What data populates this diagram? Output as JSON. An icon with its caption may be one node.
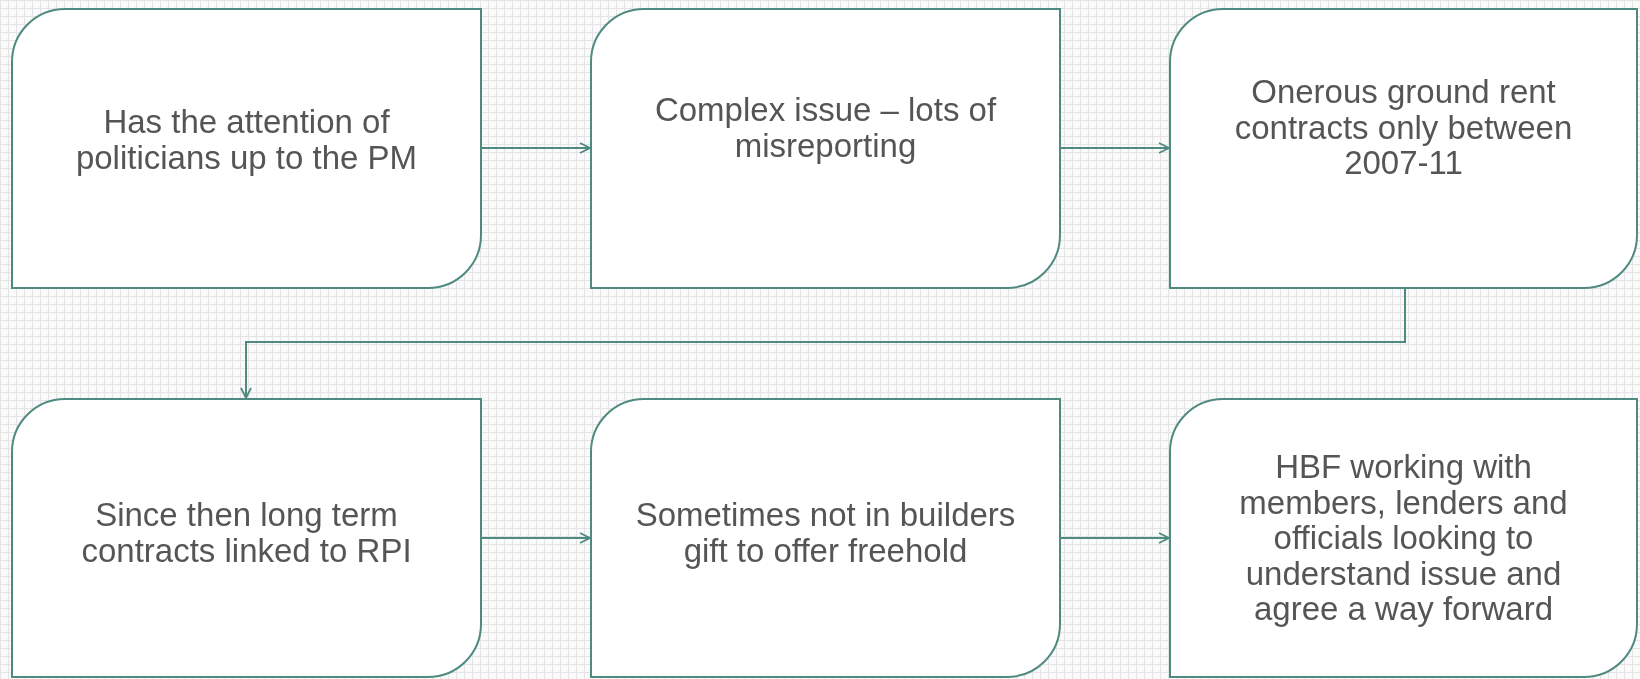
{
  "diagram": {
    "nodes": [
      {
        "text": [
          "Has the attention of politicians up to the PM"
        ]
      },
      {
        "text": [
          "Complex issue – lots of misreporting"
        ]
      },
      {
        "text": [
          "Onerous ground rent contracts only between 2007-11"
        ]
      },
      {
        "text": [
          "Since then long term contracts linked to RPI"
        ]
      },
      {
        "text": [
          "Sometimes not in builders gift to offer freehold"
        ]
      },
      {
        "text": [
          "HBF working with members, lenders and officials looking to understand issue and agree a way forward"
        ]
      }
    ],
    "edges": [
      {
        "from": 0,
        "to": 1,
        "arrow": "to"
      },
      {
        "from": 1,
        "to": 2,
        "arrow": "to"
      },
      {
        "from": 2,
        "to": 3,
        "arrow": "to"
      },
      {
        "from": 3,
        "to": 4,
        "arrow": "to"
      },
      {
        "from": 4,
        "to": 5,
        "arrow": "to"
      }
    ]
  }
}
